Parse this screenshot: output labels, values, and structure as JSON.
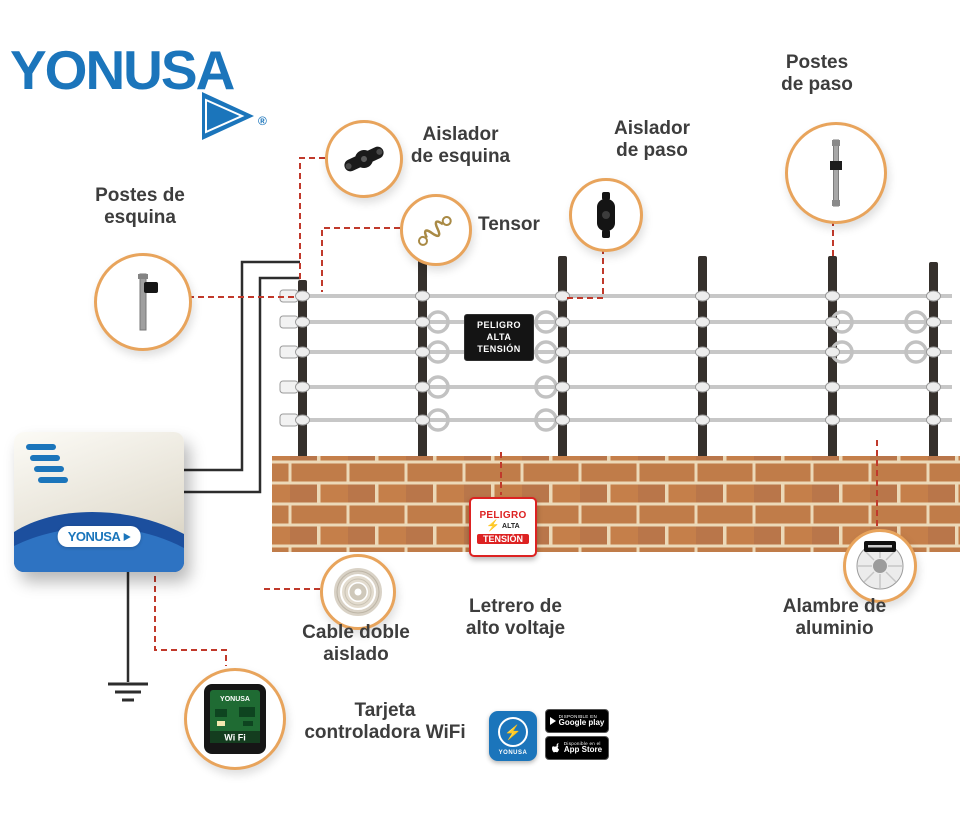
{
  "logo": {
    "text": "YONUSA",
    "registered": "®"
  },
  "labels": {
    "postes_esquina": "Postes de\nesquina",
    "aislador_esquina": "Aislador\nde esquina",
    "tensor": "Tensor",
    "aislador_paso": "Aislador\nde paso",
    "postes_paso": "Postes\nde paso",
    "cable_doble": "Cable doble\naislado",
    "letrero": "Letrero de\nalto voltaje",
    "alambre": "Alambre de\naluminio",
    "tarjeta": "Tarjeta\ncontroladora WiFi"
  },
  "signs": {
    "fence": [
      "PELIGRO",
      "ALTA",
      "TENSIÓN"
    ],
    "wall": [
      "PELIGRO",
      "ALTA",
      "TENSIÓN"
    ]
  },
  "device": {
    "brand": "YONUSA"
  },
  "wifi_card": {
    "brand": "YONUSA",
    "wifi_label": "Wi Fi"
  },
  "app": {
    "icon_label": "YONUSA"
  },
  "badges": {
    "google_play_top": "DISPONIBLE EN",
    "google_play_name": "Google play",
    "app_store_top": "Disponible en el",
    "app_store_name": "App Store"
  },
  "colors": {
    "brand_blue": "#1B75BB",
    "callout_ring": "#E8A45C",
    "connector_red": "#C0392B",
    "brick": "#C07C49"
  }
}
